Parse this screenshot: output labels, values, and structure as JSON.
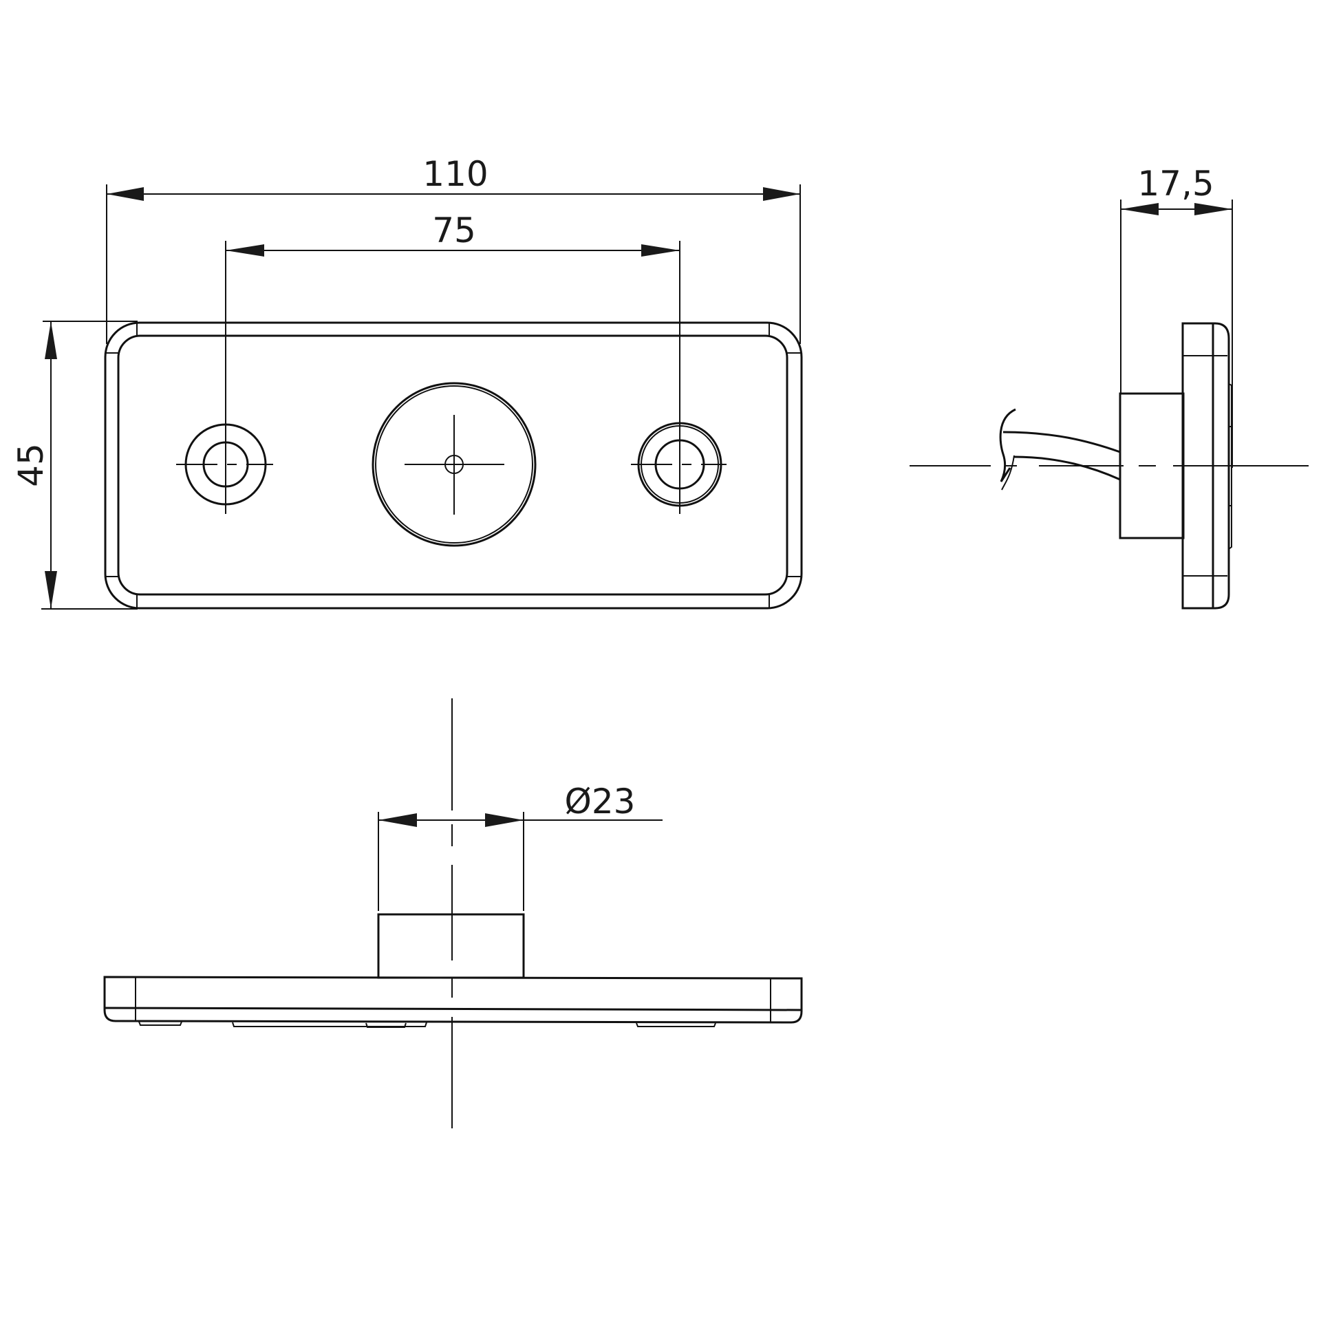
{
  "drawing": {
    "type": "technical-dimension-drawing",
    "units": "mm",
    "line_color": "#111111",
    "background": "#ffffff",
    "views": {
      "front": {
        "label": "front-view",
        "dimensions": {
          "overall_width": "110",
          "hole_spacing": "75",
          "overall_height": "45"
        },
        "features": [
          "left-mounting-hole",
          "center-lens",
          "right-mounting-hole"
        ]
      },
      "side": {
        "label": "side-view",
        "dimensions": {
          "depth": "17,5"
        },
        "features": [
          "cable",
          "body",
          "flange"
        ]
      },
      "bottom": {
        "label": "bottom-view",
        "dimensions": {
          "boss_diameter": "Ø23"
        },
        "features": [
          "boss",
          "base-plate"
        ]
      }
    }
  }
}
